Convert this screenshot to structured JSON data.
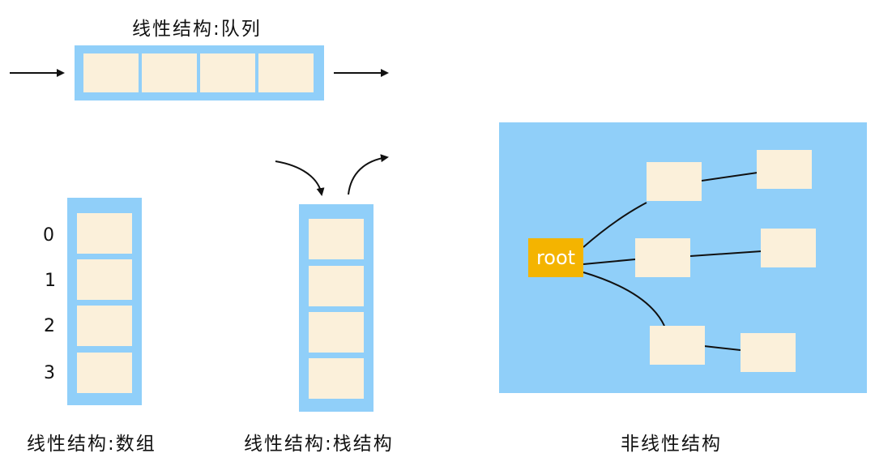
{
  "queue": {
    "title": "线性结构:队列"
  },
  "array": {
    "title": "线性结构:数组",
    "indices": [
      "0",
      "1",
      "2",
      "3"
    ]
  },
  "stack": {
    "title": "线性结构:栈结构"
  },
  "tree": {
    "title": "非线性结构",
    "root_label": "root"
  },
  "colors": {
    "frame": "#90cff9",
    "cell": "#fbf0da",
    "root": "#f4b400",
    "line": "#111111"
  }
}
